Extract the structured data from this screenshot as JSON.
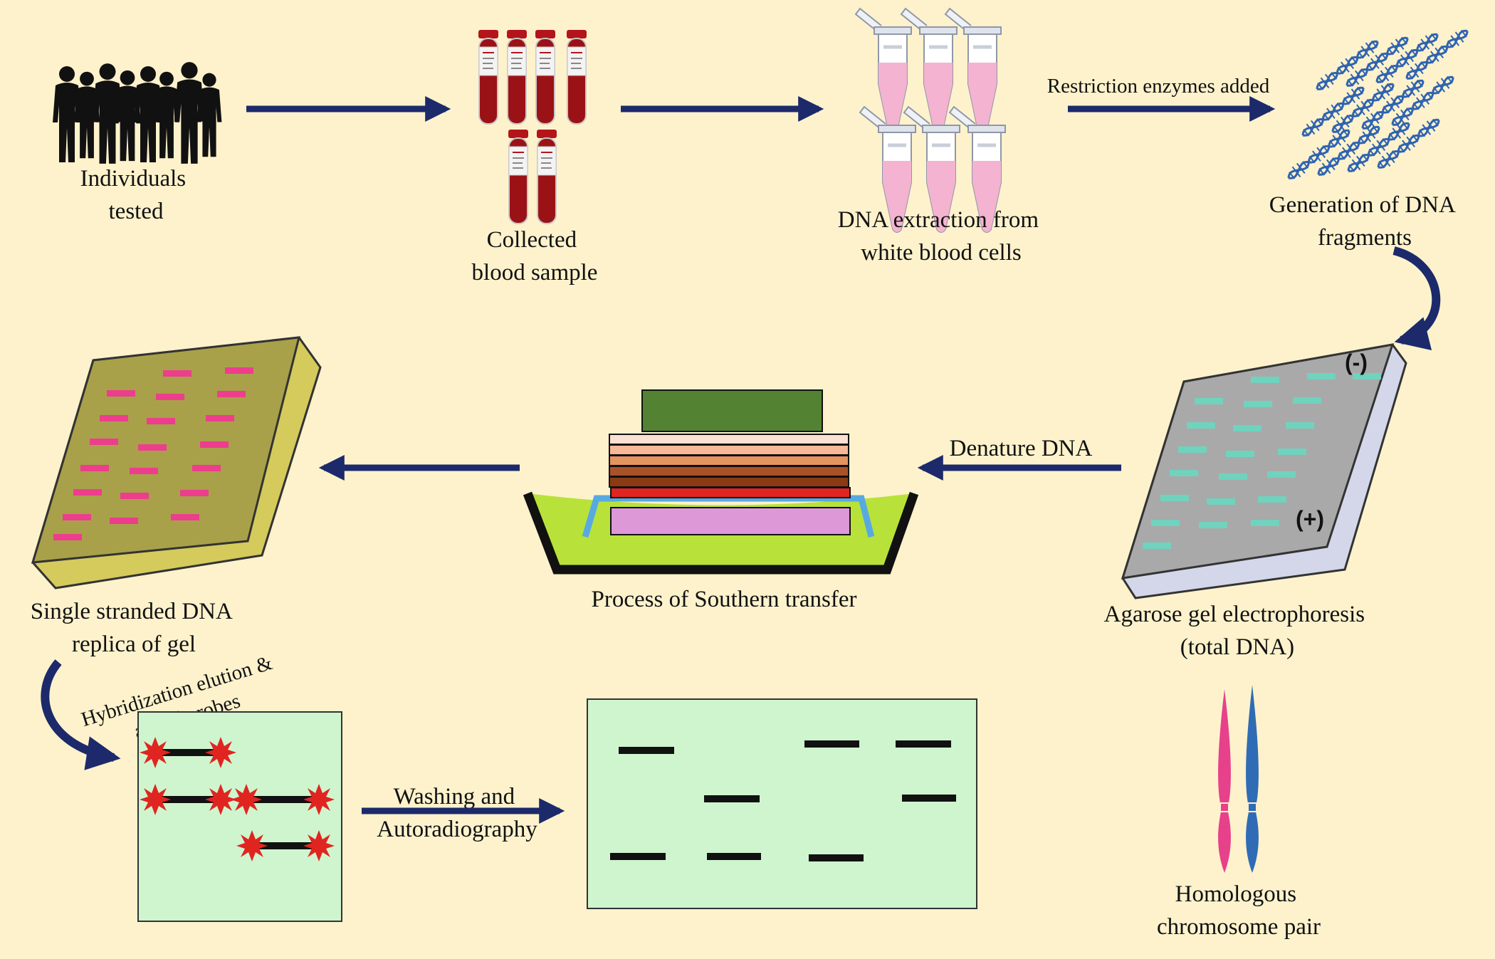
{
  "labels": {
    "individuals": [
      "Individuals",
      "tested"
    ],
    "blood": [
      "Collected",
      "blood sample"
    ],
    "extraction": [
      "DNA extraction from",
      "white blood cells"
    ],
    "restriction": "Restriction enzymes added",
    "fragments": [
      "Generation of DNA",
      "fragments"
    ],
    "agarose": [
      "Agarose gel electrophoresis",
      "(total DNA)"
    ],
    "denature": "Denature DNA",
    "southern": "Process of Southern transfer",
    "single_strand": [
      "Single stranded DNA",
      "replica of gel"
    ],
    "hybridization": [
      "Hybridization elution &",
      "added probes"
    ],
    "washing": [
      "Washing and",
      "Autoradiography"
    ],
    "homologous": [
      "Homologous",
      "chromosome pair"
    ],
    "gel_minus": "(-)",
    "gel_plus": "(+)"
  },
  "colors": {
    "background": "#fdf2cc",
    "arrow": "#1c2a6b",
    "blood": "#9b1216",
    "tube_liquid": "#f4b3d0",
    "helix": "#2f63b0",
    "agarose_gel": "#a9a9a9",
    "agarose_band": "#6fd3be",
    "replica_gel": "#a9a04a",
    "replica_band": "#ec3e8d",
    "film": "#cff5cf",
    "probe_star": "#e02520",
    "chromosome_pink": "#e8418b",
    "chromosome_blue": "#2f6cb5"
  }
}
